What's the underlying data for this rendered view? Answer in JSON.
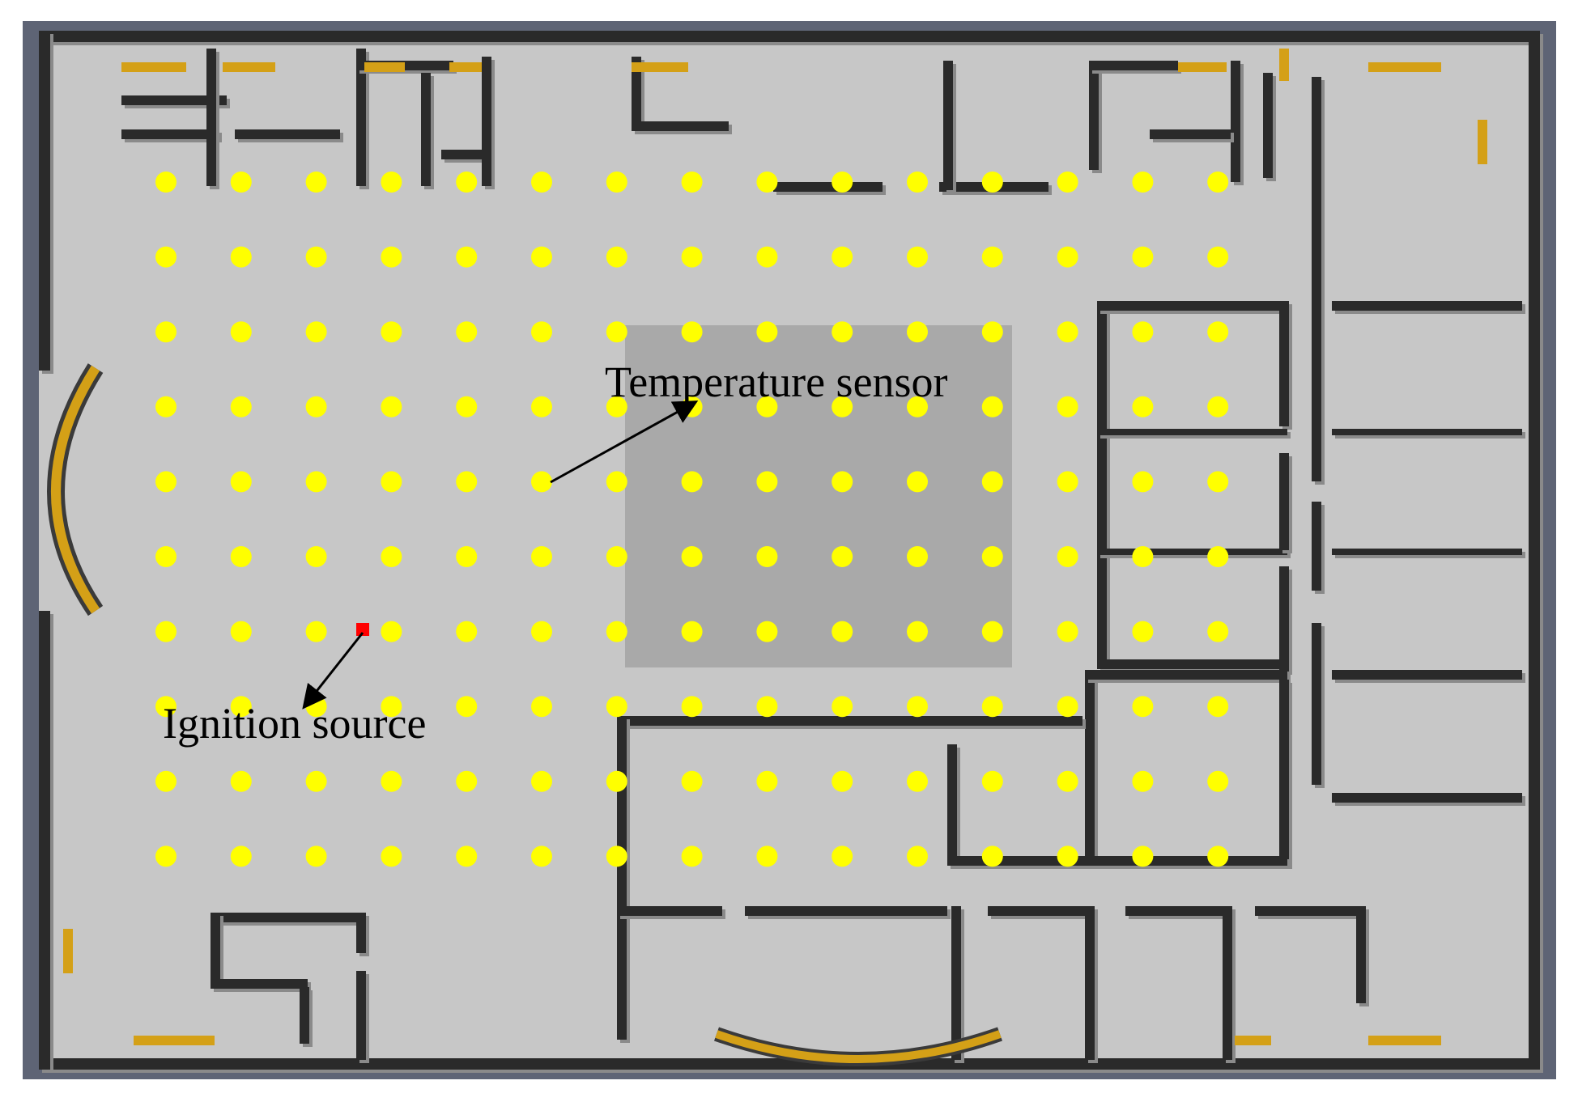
{
  "annotations": {
    "temperature_sensor": "Temperature sensor",
    "ignition_source": "Ignition source"
  },
  "sensor_grid": {
    "columns": 15,
    "rows": 10,
    "count": 150
  },
  "colors": {
    "background": "#ffffff",
    "ground": "#5e6475",
    "floor": "#c7c7c7",
    "atrium": "#a9a9a9",
    "wall_top": "#2a2a2a",
    "wall_side": "#8a8a8a",
    "window": "#d4a017",
    "sensor": "#ffff00",
    "ignition": "#ff0000",
    "arrow": "#000000"
  }
}
